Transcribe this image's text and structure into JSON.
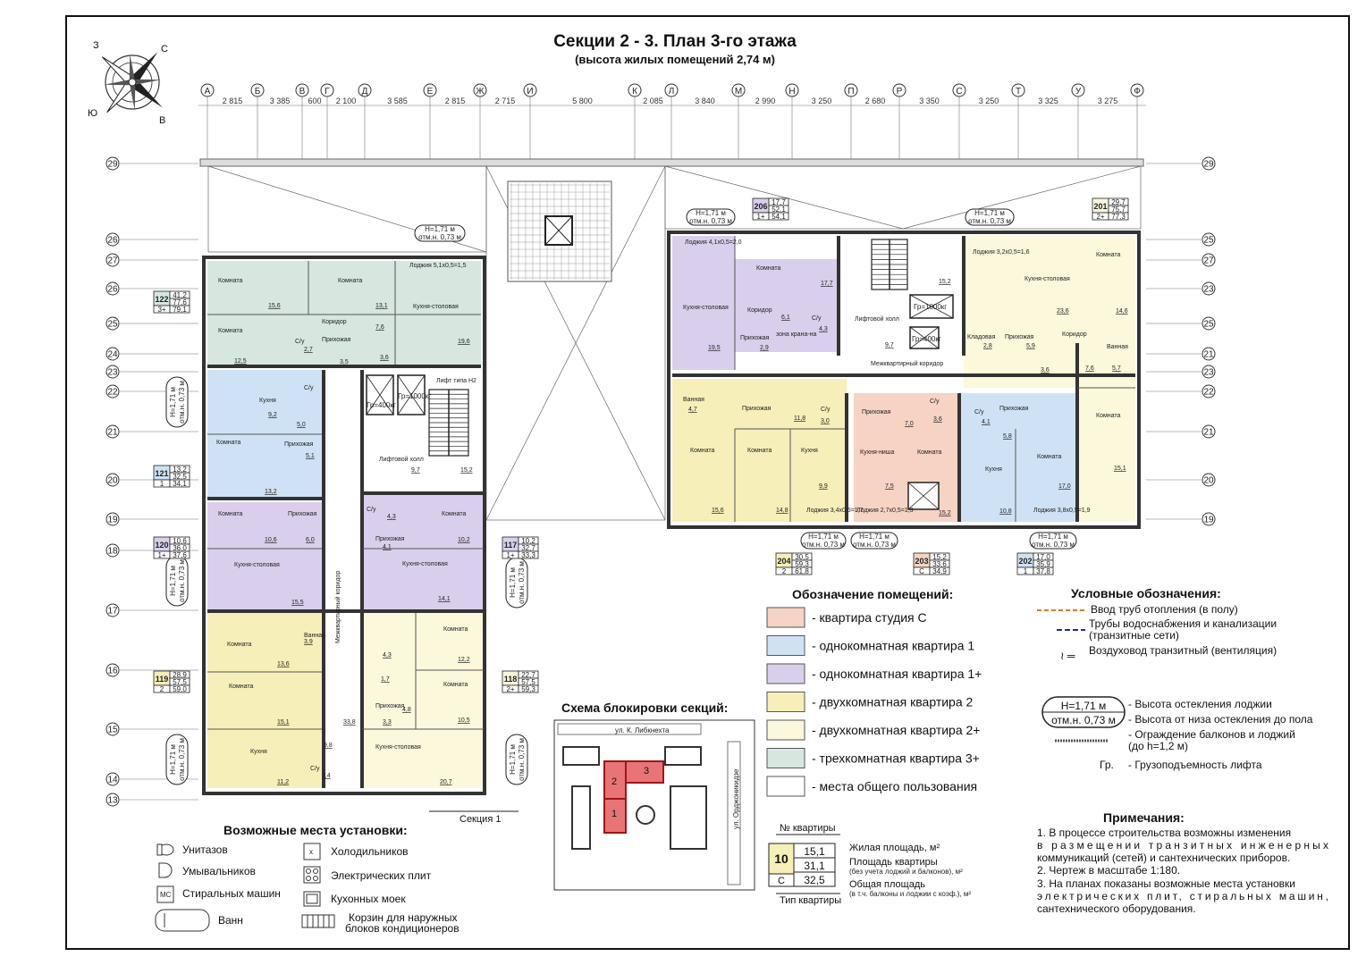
{
  "title": "Секции 2 - 3. План 3-го этажа",
  "subtitle": "(высота жилых помещений 2,74 м)",
  "compass": {
    "n": "С",
    "s": "Ю",
    "e": "В",
    "w": "З"
  },
  "axes_letters": [
    "А",
    "Б",
    "В",
    "Г",
    "Д",
    "Е",
    "Ж",
    "И",
    "К",
    "Л",
    "М",
    "Н",
    "П",
    "Р",
    "С",
    "Т",
    "У",
    "Ф"
  ],
  "axes_dims": [
    "2 815",
    "3 385",
    "600",
    "2 100",
    "3 585",
    "2 815",
    "2 715",
    "5 800",
    "2 085",
    "3 840",
    "2 990",
    "3 250",
    "2 680",
    "3 350",
    "3 250",
    "3 325",
    "3 275"
  ],
  "axes_numbers": [
    "29",
    "26",
    "27",
    "26",
    "25",
    "24",
    "23",
    "22",
    "21",
    "20",
    "19",
    "18",
    "17",
    "16",
    "15",
    "14",
    "13"
  ],
  "axes_numbers_right": [
    "29",
    "25",
    "27",
    "23",
    "25",
    "21",
    "23",
    "22",
    "21",
    "20",
    "19"
  ],
  "colors": {
    "studio": "#f6d3c3",
    "one_room": "#cfe2f5",
    "one_room_plus": "#d9cfec",
    "two_room": "#f6efb9",
    "two_room_plus": "#fbf8dc",
    "three_room_plus": "#d7e7df",
    "common": "#ffffff"
  },
  "rooms": {
    "room": "Комната",
    "corridor": "Коридор",
    "hall": "Прихожая",
    "bath": "Ванная",
    "wc": "С/у",
    "kitchen": "Кухня",
    "kitchen_dining": "Кухня-столовая",
    "loggia": "Лоджия",
    "lift_hall": "Лифтовой холл",
    "mezh_corridor": "Межквартирный коридор",
    "storage": "Кладовая",
    "kitchen_niche": "Кухня-ниша",
    "lift_type": "Лифт типа Н2",
    "cargo_400": "Гр=400кг",
    "cargo_1000": "Гр=1000кг",
    "zona": "зона крана-на"
  },
  "glazing_notes": [
    "Н=1,71 м",
    "отм.н. 0,73 м"
  ],
  "loggias": {
    "l1": "Лоджия 5,1х0,5=1,5",
    "l2": "Лоджия 4,1х0,5=2,0",
    "l3": "Лоджия 3,2х0,5=1,6",
    "l4": "Лоджия 3,4х0,5=1,7",
    "l5": "Лоджия 2,7х0,5=1,3",
    "l6": "Лоджия 3,8х0,5=1,9"
  },
  "apartments": [
    {
      "no": "122",
      "a": "41,2",
      "b": "77,6",
      "type": "3+",
      "c": "79,1"
    },
    {
      "no": "121",
      "a": "13,2",
      "b": "32,5",
      "type": "1",
      "c": "34,1"
    },
    {
      "no": "120",
      "a": "10,6",
      "b": "36,0",
      "type": "1+",
      "c": "37,6"
    },
    {
      "no": "119",
      "a": "28,9",
      "b": "57,5",
      "type": "2",
      "c": "59,0"
    },
    {
      "no": "117",
      "a": "10,2",
      "b": "32,7",
      "type": "1+",
      "c": "33,3"
    },
    {
      "no": "118",
      "a": "22,7",
      "b": "57,5",
      "type": "2+",
      "c": "59,3"
    },
    {
      "no": "206",
      "a": "17,7",
      "b": "52,1",
      "type": "1+",
      "c": "54,1"
    },
    {
      "no": "201",
      "a": "29,7",
      "b": "75,7",
      "type": "2+",
      "c": "77,3"
    },
    {
      "no": "204",
      "a": "30,5",
      "b": "59,3",
      "type": "2",
      "c": "61,8"
    },
    {
      "no": "203",
      "a": "15,2",
      "b": "33,6",
      "type": "С",
      "c": "34,9"
    },
    {
      "no": "202",
      "a": "17,0",
      "b": "35,9",
      "type": "1",
      "c": "37,8"
    }
  ],
  "section_label": "Секция 1",
  "legend_rooms": {
    "title": "Обозначение помещений:",
    "items": [
      {
        "key": "studio",
        "label": "- квартира студия С"
      },
      {
        "key": "one_room",
        "label": "- однокомнатная квартира 1"
      },
      {
        "key": "one_room_plus",
        "label": "- однокомнатная квартира 1+"
      },
      {
        "key": "two_room",
        "label": "- двухкомнатная квартира 2"
      },
      {
        "key": "two_room_plus",
        "label": "- двухкомнатная квартира 2+"
      },
      {
        "key": "three_room_plus",
        "label": "- трехкомнатная квартира 3+"
      },
      {
        "key": "common",
        "label": "- места общего пользования"
      }
    ]
  },
  "legend_symbols": {
    "title": "Условные обозначения:",
    "heating": "Ввод труб отопления (в полу)",
    "water": "Трубы водоснабжения и канализации (транзитные сети)",
    "air": "Воздуховод транзитный (вентиляция)",
    "glazing_h": "Н=1,71 м",
    "glazing_m": "отм.н. 0,73 м",
    "glazing_h_desc": "- Высота остекления лоджии",
    "glazing_m_desc": "- Высота от низа остекления до пола",
    "fence_desc": "- Ограждение балконов и лоджий (до h=1,2 м)",
    "cargo_abbr": "Гр.",
    "cargo_desc": "- Грузоподъемность лифта"
  },
  "scheme": {
    "title": "Схема блокировки секций:",
    "street1": "ул. К. Либкнехта",
    "street2": "ул. Орджоникидзе",
    "s1": "1",
    "s2": "2",
    "s3": "3"
  },
  "apt_key": {
    "header": "№ квартиры",
    "no": "10",
    "type": "С",
    "v1": "15,1",
    "v2": "31,1",
    "v3": "32,5",
    "footer": "Тип квартиры",
    "d1": "Жилая площадь, м²",
    "d2": "Площадь квартиры",
    "d2b": "(без учета лоджий и балконов), м²",
    "d3": "Общая площадь",
    "d3b": "(в т.ч. балконы и лоджии с коэф.), м²"
  },
  "install": {
    "title": "Возможные места установки:",
    "toilets": "Унитазов",
    "sinks": "Умывальников",
    "washers": "Стиральных машин",
    "baths": "Ванн",
    "fridges": "Холодильников",
    "stoves": "Электрических плит",
    "kitchen_sinks": "Кухонных моек",
    "ac": "Корзин для наружных",
    "ac2": "блоков кондиционеров"
  },
  "notes": {
    "title": "Примечания:",
    "n1a": "1. В процессе строительства возможны изменения",
    "n1b": "в размещении транзитных инженерных",
    "n1c": "коммуникаций (сетей) и сантехнических приборов.",
    "n2": "2. Чертеж в масштабе 1:180.",
    "n3a": "3. На планах показаны возможные места установки",
    "n3b": "электрических плит, стиральных машин,",
    "n3c": "сантехнического оборудования."
  }
}
